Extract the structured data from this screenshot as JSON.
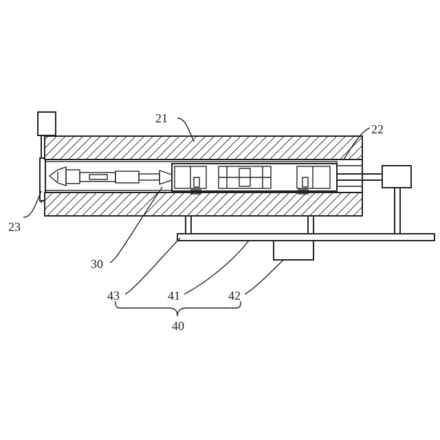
{
  "labels": {
    "body": "21",
    "rod": "22",
    "left_end": "23",
    "tool": "30",
    "assembly": "40",
    "rail": "41",
    "block": "42",
    "bracket": "43"
  }
}
